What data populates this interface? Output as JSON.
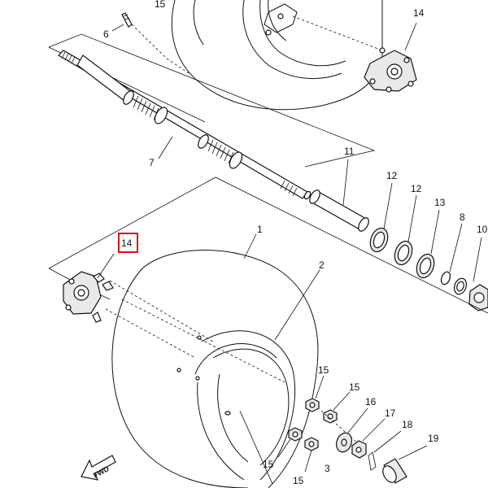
{
  "labels": {
    "l1": "1",
    "l2": "2",
    "l3": "3",
    "l6": "6",
    "l7": "7",
    "l8": "8",
    "l10": "10",
    "l11": "11",
    "l12a": "12",
    "l12b": "12",
    "l13": "13",
    "l14_top": "14",
    "l14_highlight": "14",
    "l15_top": "15",
    "l15_a": "15",
    "l15_b": "15",
    "l15_c": "15",
    "l15_d": "15",
    "l16": "16",
    "l17": "17",
    "l18": "18",
    "l19": "19"
  },
  "fwd_text": "FWD",
  "highlight_color": "#e01010"
}
